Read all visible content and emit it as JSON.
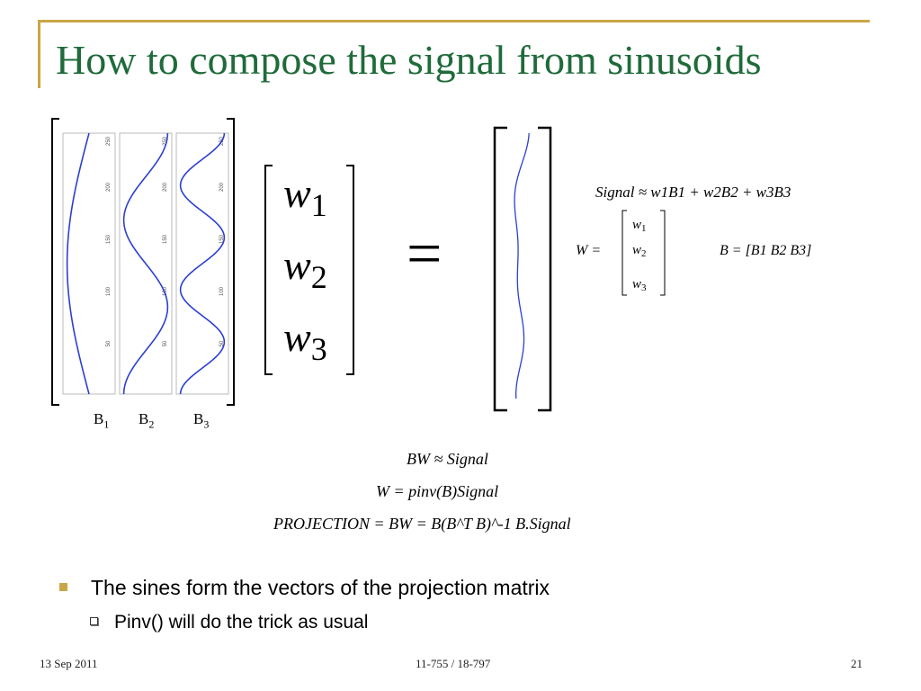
{
  "slide": {
    "title": "How to compose the signal from sinusoids",
    "basis_labels": [
      {
        "letter": "B",
        "sub": "1"
      },
      {
        "letter": "B",
        "sub": "2"
      },
      {
        "letter": "B",
        "sub": "3"
      }
    ],
    "plot_tick_labels": [
      "250",
      "200",
      "150",
      "100",
      "50"
    ],
    "weights": [
      {
        "letter": "w",
        "sub": "1"
      },
      {
        "letter": "w",
        "sub": "2"
      },
      {
        "letter": "w",
        "sub": "3"
      }
    ],
    "equals": "=",
    "right_equations": {
      "signal_sum": "Signal ≈ w1B1 + w2B2 + w3B3",
      "W_def": "W =",
      "B_def": "B = [B1  B2   B3]"
    },
    "center_equations": [
      "BW ≈ Signal",
      "W = pinv(B)Signal",
      "PROJECTION = BW = B(B^T B)^-1 B.Signal"
    ],
    "bullets": {
      "level1": "The sines form the vectors of the projection matrix",
      "level2": "Pinv() will do the trick as usual"
    },
    "footer": {
      "date": "13 Sep 2011",
      "course": "11-755 / 18-797",
      "page": "21"
    },
    "colors": {
      "title": "#1f6b3a",
      "accent": "#c9a646",
      "curve": "#2b3fd4"
    }
  }
}
